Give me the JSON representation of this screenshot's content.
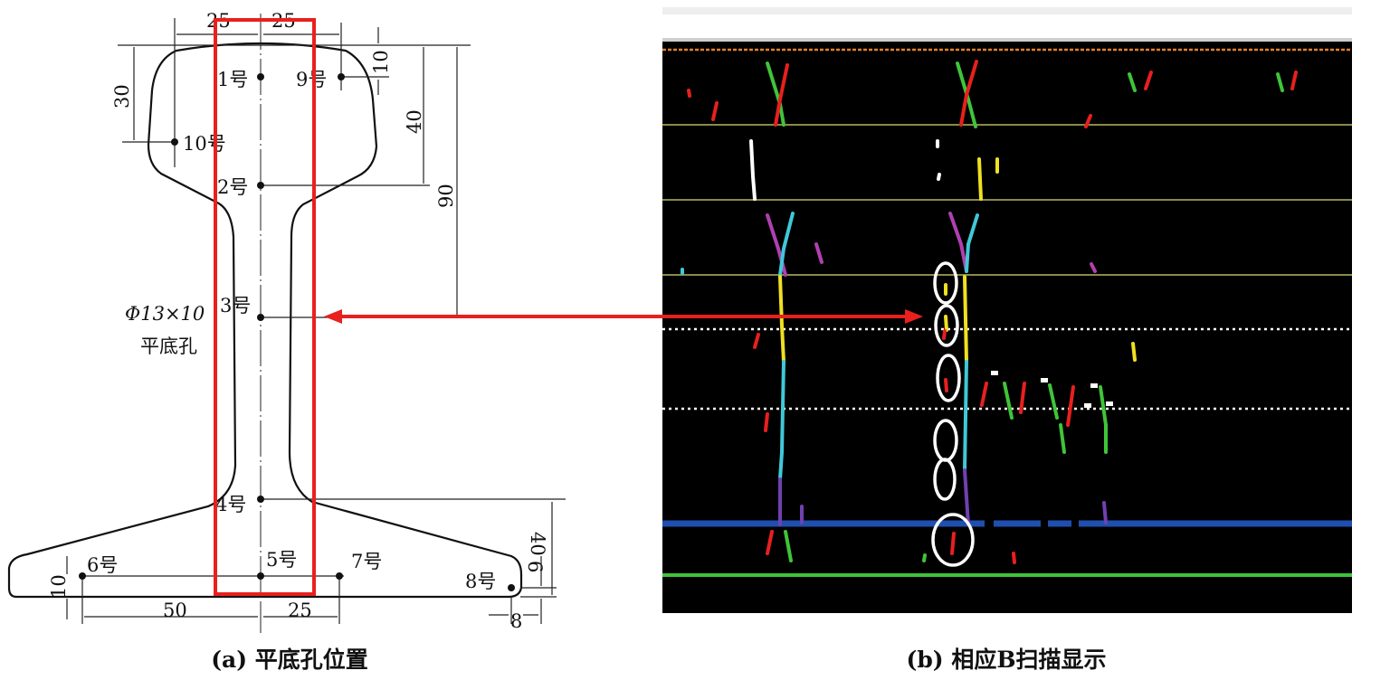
{
  "panel_a": {
    "caption": "(a) 平底孔位置",
    "hole_spec": "Φ13×10",
    "hole_type": "平底孔",
    "holes": [
      "1号",
      "2号",
      "3号",
      "4号",
      "5号",
      "6号",
      "7号",
      "8号",
      "9号",
      "10号"
    ],
    "dimensions": {
      "top_left": "25",
      "top_right": "25",
      "head_left": "30",
      "head_right_small": "10",
      "head_depth": "40",
      "web_depth": "90",
      "foot_height": "40",
      "foot_edge": "6",
      "foot_bottom_left": "10",
      "bottom_left": "50",
      "bottom_right": "25",
      "bottom_edge": "8"
    },
    "colors": {
      "highlight": "#e8201e",
      "line": "#111111"
    }
  },
  "panel_b": {
    "caption": "(b) 相应B扫描显示",
    "colors": {
      "background": "#000000",
      "gate_line": "#8a8a4a",
      "blue_line": "#1f4fb0",
      "green_line": "#3fc43a"
    }
  }
}
